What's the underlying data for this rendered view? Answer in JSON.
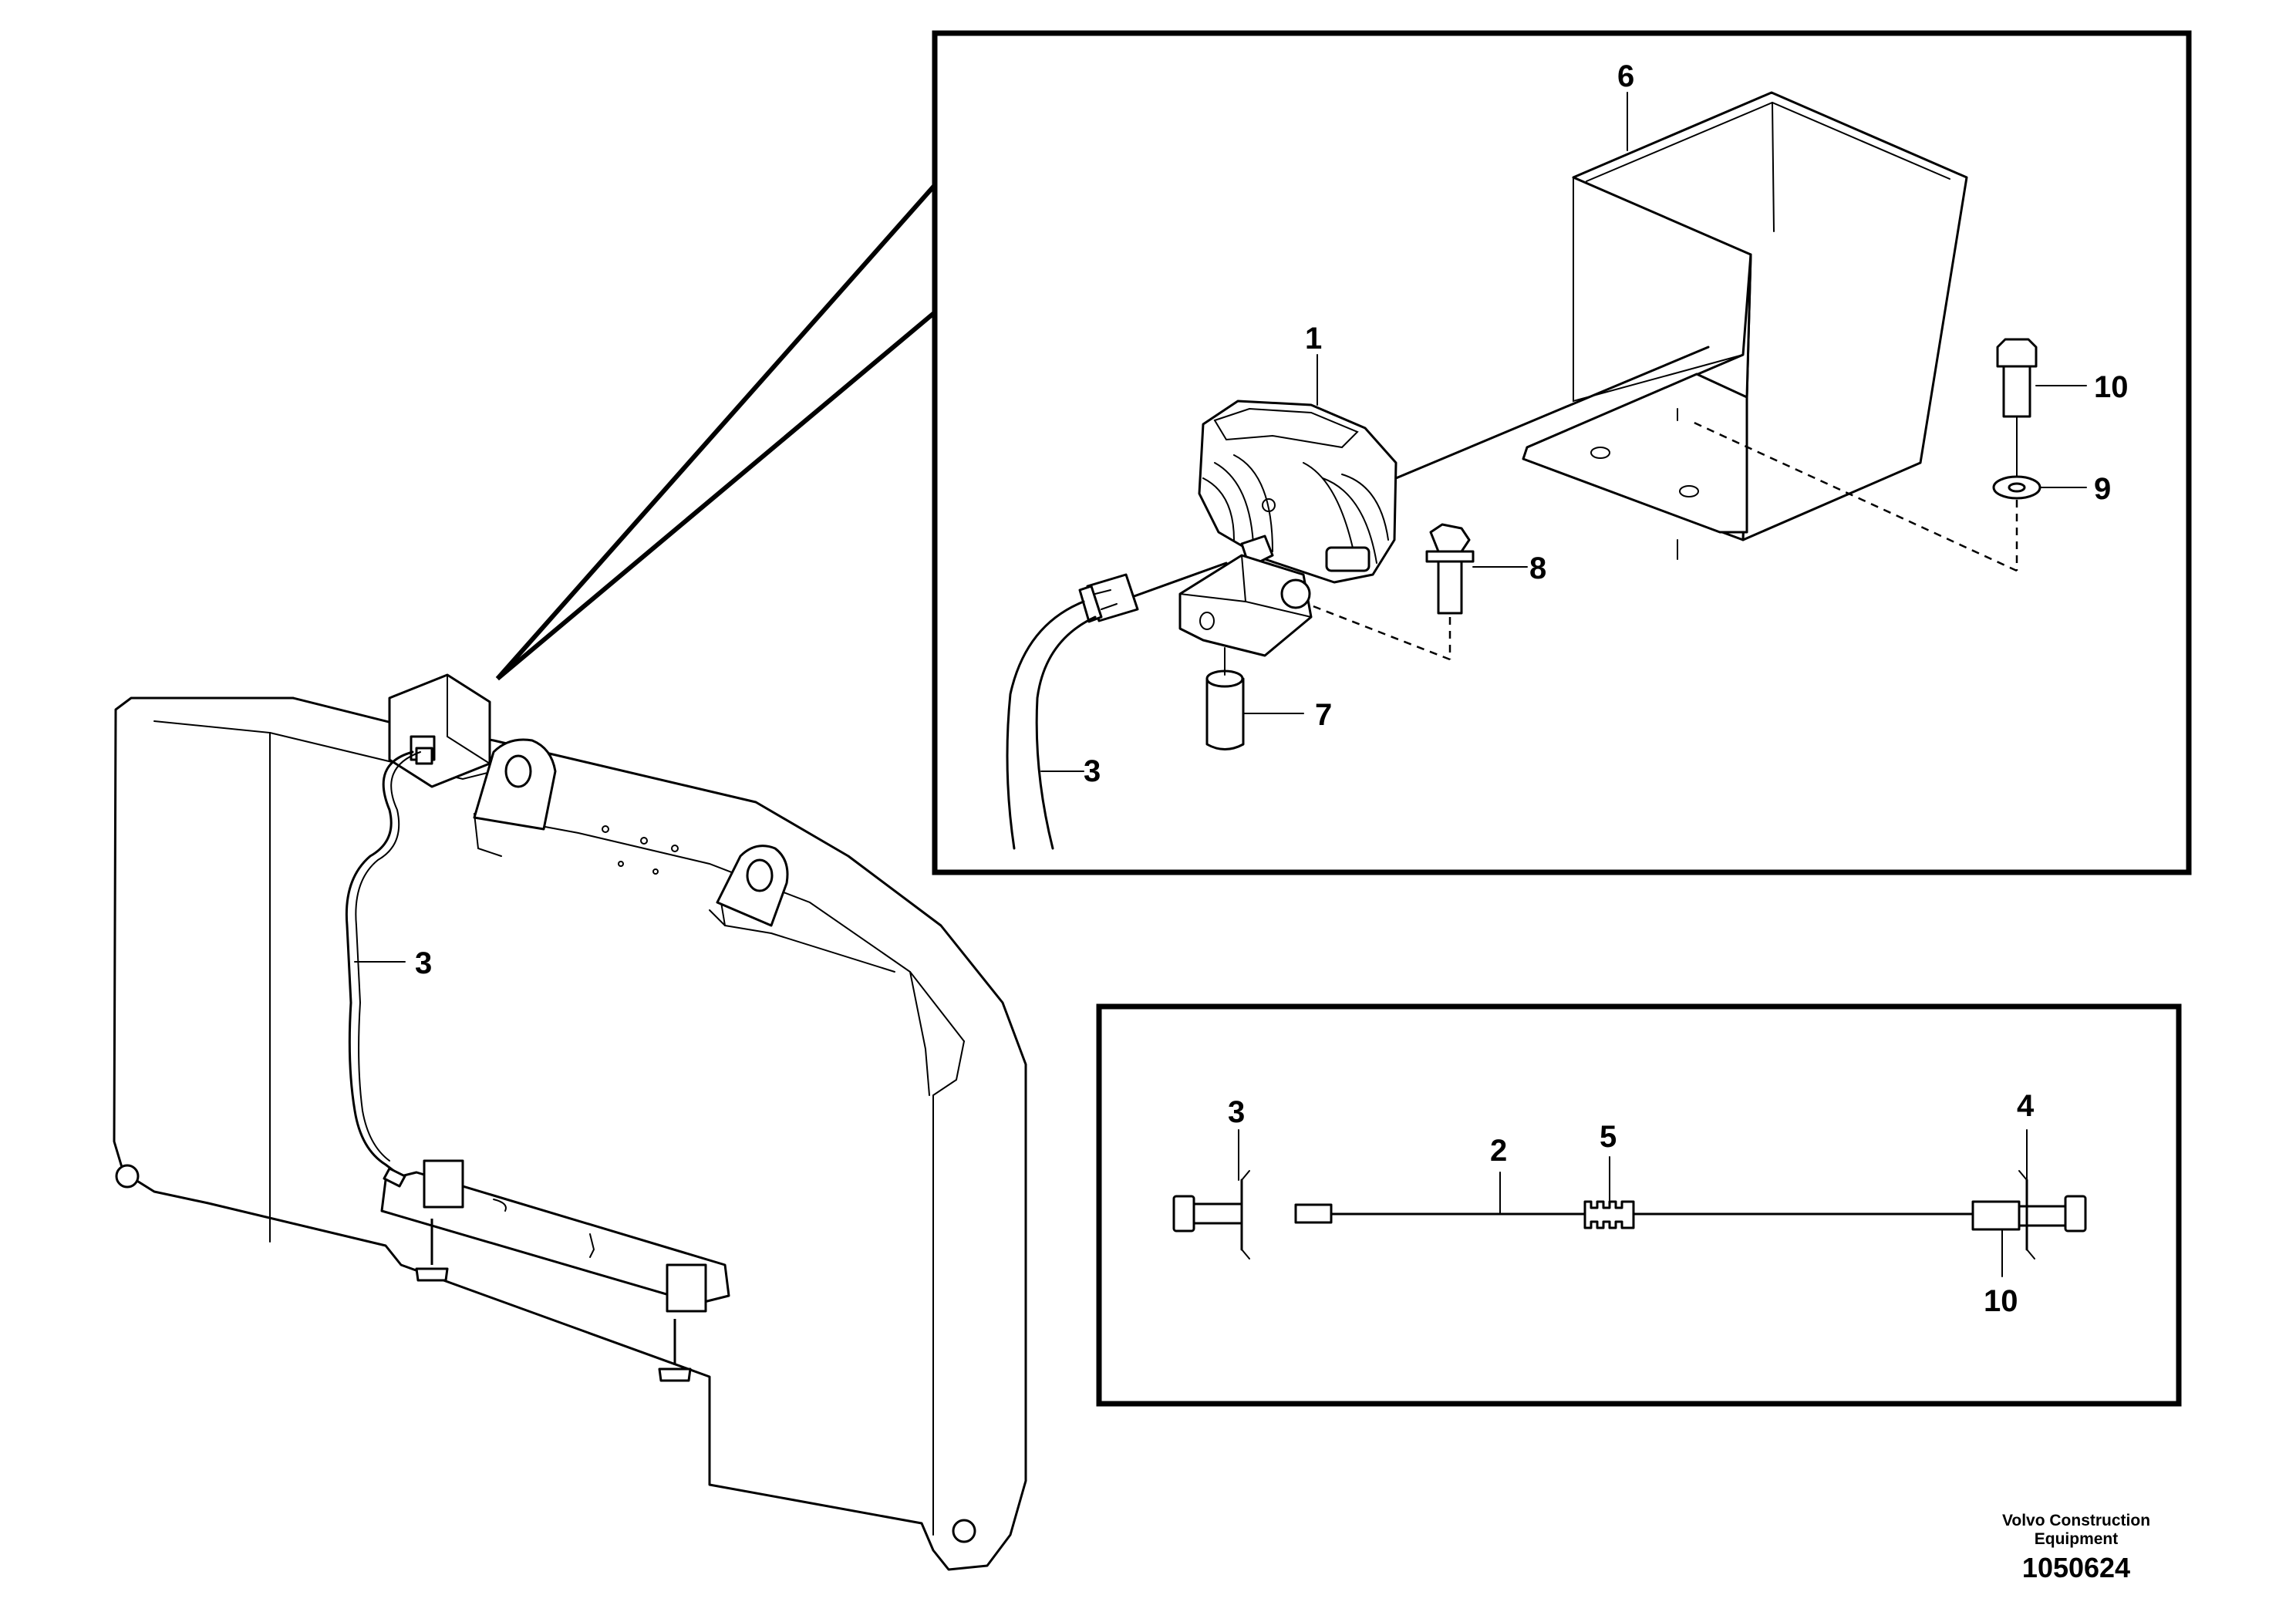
{
  "callouts": {
    "detail": {
      "c1": "1",
      "c3": "3",
      "c6": "6",
      "c7": "7",
      "c8": "8",
      "c9": "9",
      "c10": "10"
    },
    "main": {
      "c3": "3"
    },
    "wiring": {
      "c2": "2",
      "c3": "3",
      "c4": "4",
      "c5": "5",
      "c10": "10"
    }
  },
  "footer": {
    "company": "Volvo Construction Equipment",
    "drawing_number": "1050624"
  }
}
